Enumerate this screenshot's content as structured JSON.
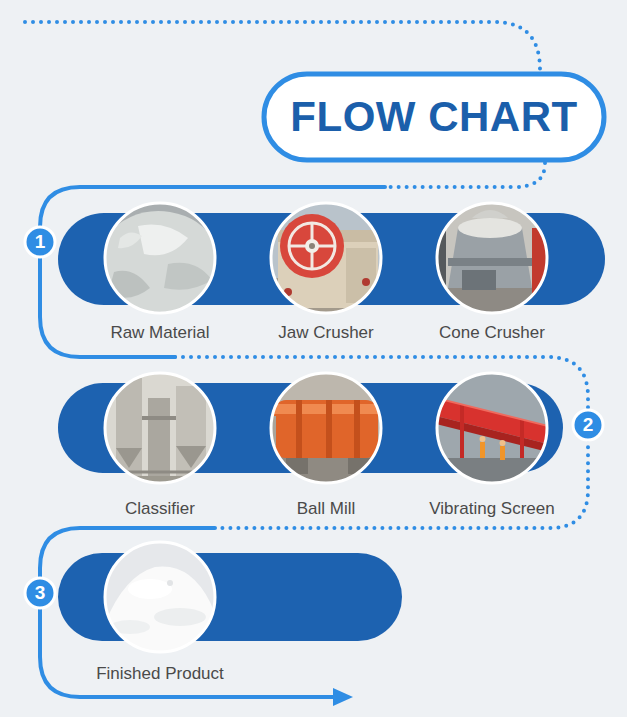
{
  "diagram": {
    "title": "FLOW CHART",
    "nodes": [
      {
        "text": [
          "Raw Material"
        ]
      },
      {
        "text": [
          "Jaw Crusher"
        ]
      },
      {
        "text": [
          "Cone Crusher"
        ]
      },
      {
        "text": [
          "Classifier"
        ]
      },
      {
        "text": [
          "Ball Mill"
        ]
      },
      {
        "text": [
          "Vibrating Screen"
        ]
      },
      {
        "text": [
          "Finished Product"
        ]
      }
    ],
    "labels": [
      "1",
      "2",
      "3"
    ]
  }
}
